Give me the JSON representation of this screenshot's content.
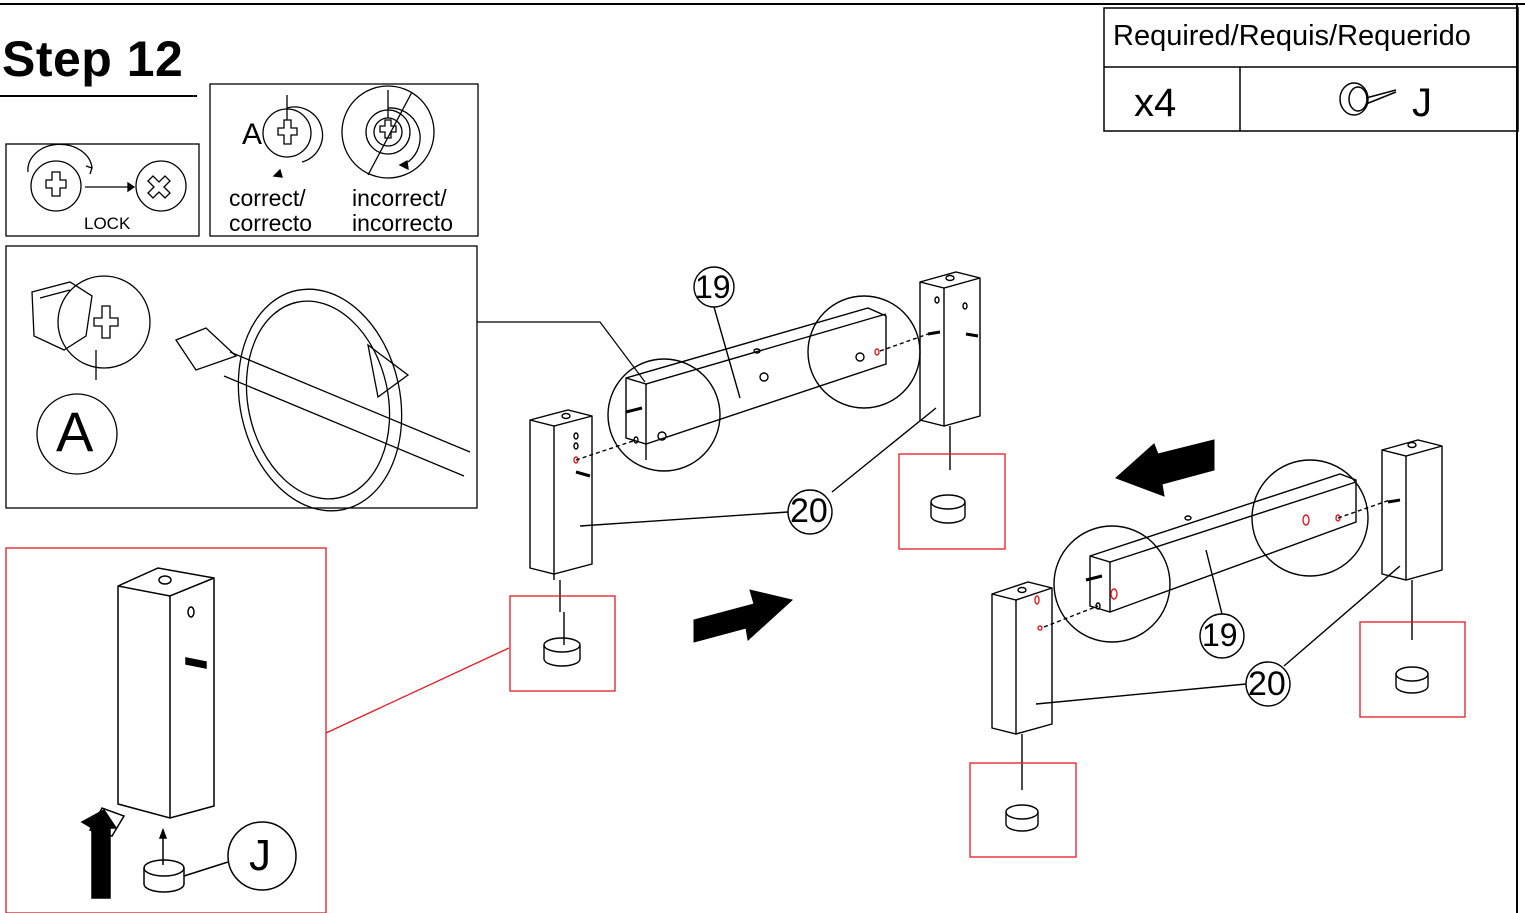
{
  "step": {
    "title": "Step 12"
  },
  "required": {
    "header": "Required/Requis/Requerido",
    "quantity": "x4",
    "part_letter": "J",
    "part_icon": "glide-nail-icon"
  },
  "lock_box": {
    "label": "LOCK"
  },
  "orientation_box": {
    "letter": "A",
    "correct_line1": "correct/",
    "correct_line2": "correcto",
    "incorrect_line1": "incorrect/",
    "incorrect_line2": "incorrecto"
  },
  "cam_detail": {
    "letter": "A"
  },
  "parts": {
    "rail": "19",
    "leg": "20",
    "glide": "J"
  },
  "colors": {
    "line": "#000000",
    "highlight": "#e31b23",
    "background": "#ffffff"
  }
}
